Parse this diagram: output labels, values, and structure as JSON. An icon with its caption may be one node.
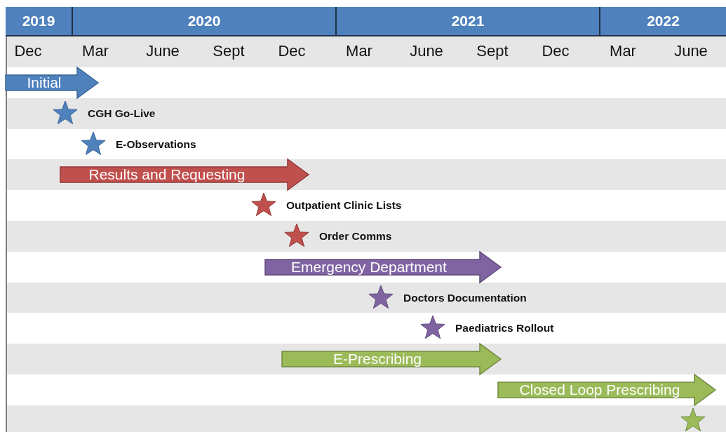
{
  "diagram": {
    "nodes": [
      {
        "text": [
          "Initial"
        ]
      },
      {
        "text": [],
        "shape": "star",
        "beside": [
          "CGH Go-Live"
        ]
      },
      {
        "text": [],
        "shape": "star",
        "beside": [
          "E-Observations"
        ]
      },
      {
        "text": [
          "Results and Requesting"
        ]
      },
      {
        "text": [],
        "shape": "star",
        "beside": [
          "Outpatient Clinic Lists"
        ]
      },
      {
        "text": [],
        "shape": "star",
        "beside": [
          "Order Comms"
        ]
      },
      {
        "text": [
          "Emergency Department"
        ]
      },
      {
        "text": [],
        "shape": "star",
        "beside": [
          "Doctors Documentation"
        ]
      },
      {
        "text": [],
        "shape": "star",
        "beside": [
          "Paediatrics Rollout"
        ]
      },
      {
        "text": [
          "E-Prescribing"
        ]
      },
      {
        "text": [
          "Closed Loop Prescribing"
        ]
      },
      {
        "text": [],
        "shape": "star"
      }
    ],
    "labels": [
      "2019",
      "2020",
      "2021",
      "2022",
      "Dec",
      "Mar",
      "June",
      "Sept",
      "Dec",
      "Mar",
      "June",
      "Sept",
      "Dec",
      "Mar",
      "June"
    ]
  }
}
